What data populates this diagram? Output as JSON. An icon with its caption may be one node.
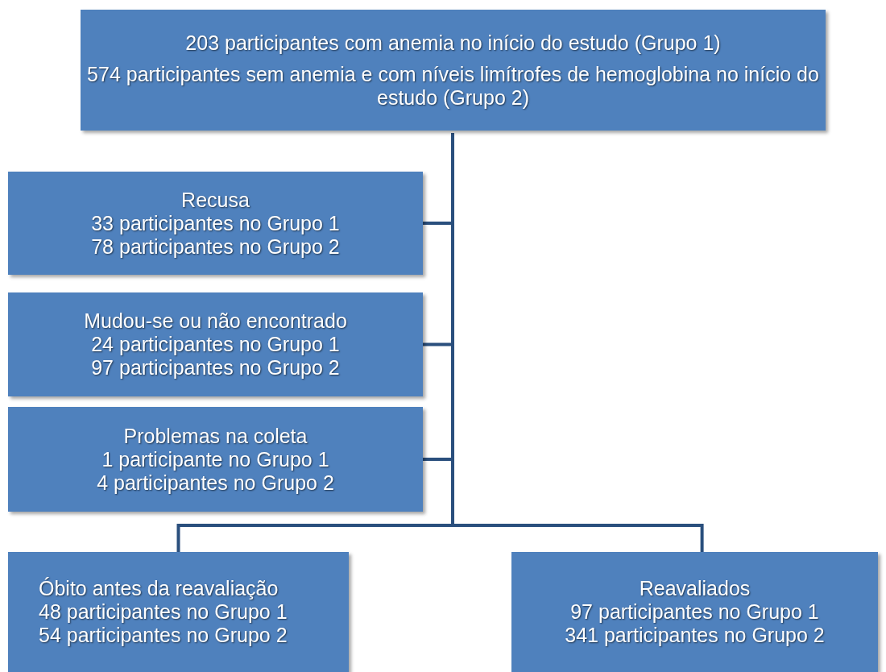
{
  "diagram": {
    "nodes": [
      {
        "text": [
          "203 participantes com anemia no início do estudo (Grupo 1)",
          "574 participantes sem anemia e com níveis limítrofes de hemoglobina no início do estudo (Grupo 2)"
        ]
      },
      {
        "text": [
          "Recusa",
          "33 participantes no Grupo 1",
          "78 participantes no Grupo 2"
        ]
      },
      {
        "text": [
          "Mudou-se ou não encontrado",
          "24 participantes no Grupo 1",
          "97 participantes no Grupo 2"
        ]
      },
      {
        "text": [
          "Problemas na coleta",
          "1 participante no Grupo 1",
          "4 participantes no Grupo 2"
        ]
      },
      {
        "text": [
          "Óbito antes da reavaliação",
          "48 participantes no Grupo 1",
          "54 participantes no Grupo 2"
        ]
      },
      {
        "text": [
          "Reavaliados",
          "97 participantes no Grupo 1",
          "341 participantes no Grupo 2"
        ]
      }
    ],
    "edges": [
      {
        "from": 0,
        "to": 1,
        "arrow": "none"
      },
      {
        "from": 0,
        "to": 2,
        "arrow": "none"
      },
      {
        "from": 0,
        "to": 3,
        "arrow": "none"
      },
      {
        "from": 0,
        "to": 4,
        "arrow": "none"
      },
      {
        "from": 0,
        "to": 5,
        "arrow": "none"
      }
    ]
  }
}
